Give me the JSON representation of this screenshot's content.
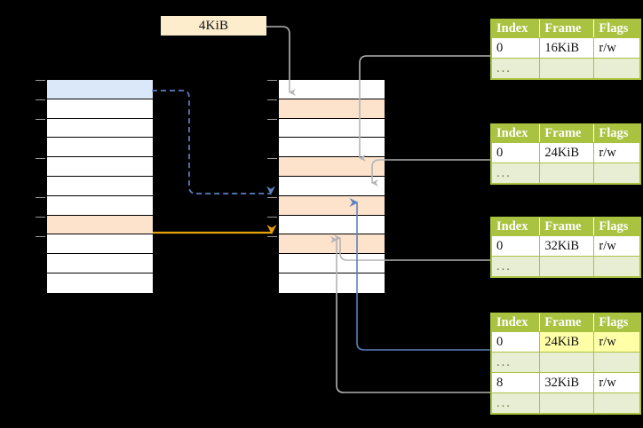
{
  "diagram": {
    "title": "page-table-walk-diagram",
    "callout": {
      "label": "4KiB"
    },
    "colors": {
      "header_green": "#a9c23f",
      "ellipsis_row": "#e8eed3",
      "highlight_yellow": "#ffffa8",
      "peach_row": "#fde2cc",
      "blue_row": "#dbe8fa",
      "orange_arrow": "#e8a00a",
      "blue_arrow": "#5b81bf",
      "gray_wire": "#b3b3b3"
    }
  },
  "left_table": {
    "name": "virtual-address-space",
    "row_count": 11,
    "rows": [
      {
        "index": 0,
        "fill": "blue",
        "label": ""
      },
      {
        "index": 1,
        "fill": "white",
        "label": ""
      },
      {
        "index": 2,
        "fill": "white",
        "label": ""
      },
      {
        "index": 3,
        "fill": "white",
        "label": ""
      },
      {
        "index": 4,
        "fill": "white",
        "label": ""
      },
      {
        "index": 5,
        "fill": "white",
        "label": ""
      },
      {
        "index": 6,
        "fill": "white",
        "label": ""
      },
      {
        "index": 7,
        "fill": "peach",
        "label": ""
      },
      {
        "index": 8,
        "fill": "white",
        "label": ""
      },
      {
        "index": 9,
        "fill": "white",
        "label": ""
      },
      {
        "index": 10,
        "fill": "white",
        "label": ""
      }
    ]
  },
  "middle_table": {
    "name": "physical-memory",
    "row_count": 11,
    "rows": [
      {
        "index": 0,
        "fill": "white",
        "label": ""
      },
      {
        "index": 1,
        "fill": "peach",
        "label": ""
      },
      {
        "index": 2,
        "fill": "white",
        "label": ""
      },
      {
        "index": 3,
        "fill": "white",
        "label": ""
      },
      {
        "index": 4,
        "fill": "peach",
        "label": ""
      },
      {
        "index": 5,
        "fill": "white",
        "label": ""
      },
      {
        "index": 6,
        "fill": "peach",
        "label": ""
      },
      {
        "index": 7,
        "fill": "white",
        "label": ""
      },
      {
        "index": 8,
        "fill": "peach",
        "label": ""
      },
      {
        "index": 9,
        "fill": "white",
        "label": ""
      },
      {
        "index": 10,
        "fill": "white",
        "label": ""
      }
    ]
  },
  "page_tables": [
    {
      "name": "page-table-1",
      "headers": [
        "Index",
        "Frame",
        "Flags"
      ],
      "rows": [
        {
          "cells": [
            "0",
            "16KiB",
            "r/w"
          ],
          "kind": "data"
        },
        {
          "cells": [
            "...",
            "",
            ""
          ],
          "kind": "ellipsis"
        }
      ]
    },
    {
      "name": "page-table-2",
      "headers": [
        "Index",
        "Frame",
        "Flags"
      ],
      "rows": [
        {
          "cells": [
            "0",
            "24KiB",
            "r/w"
          ],
          "kind": "data"
        },
        {
          "cells": [
            "...",
            "",
            ""
          ],
          "kind": "ellipsis"
        }
      ]
    },
    {
      "name": "page-table-3",
      "headers": [
        "Index",
        "Frame",
        "Flags"
      ],
      "rows": [
        {
          "cells": [
            "0",
            "32KiB",
            "r/w"
          ],
          "kind": "data"
        },
        {
          "cells": [
            "...",
            "",
            ""
          ],
          "kind": "ellipsis"
        }
      ]
    },
    {
      "name": "page-table-4",
      "headers": [
        "Index",
        "Frame",
        "Flags"
      ],
      "rows": [
        {
          "cells": [
            "0",
            "24KiB",
            "r/w"
          ],
          "kind": "data",
          "highlight": [
            1,
            2
          ]
        },
        {
          "cells": [
            "...",
            "",
            ""
          ],
          "kind": "ellipsis"
        },
        {
          "cells": [
            "8",
            "32KiB",
            "r/w"
          ],
          "kind": "data"
        },
        {
          "cells": [
            "...",
            "",
            ""
          ],
          "kind": "ellipsis"
        }
      ]
    }
  ]
}
